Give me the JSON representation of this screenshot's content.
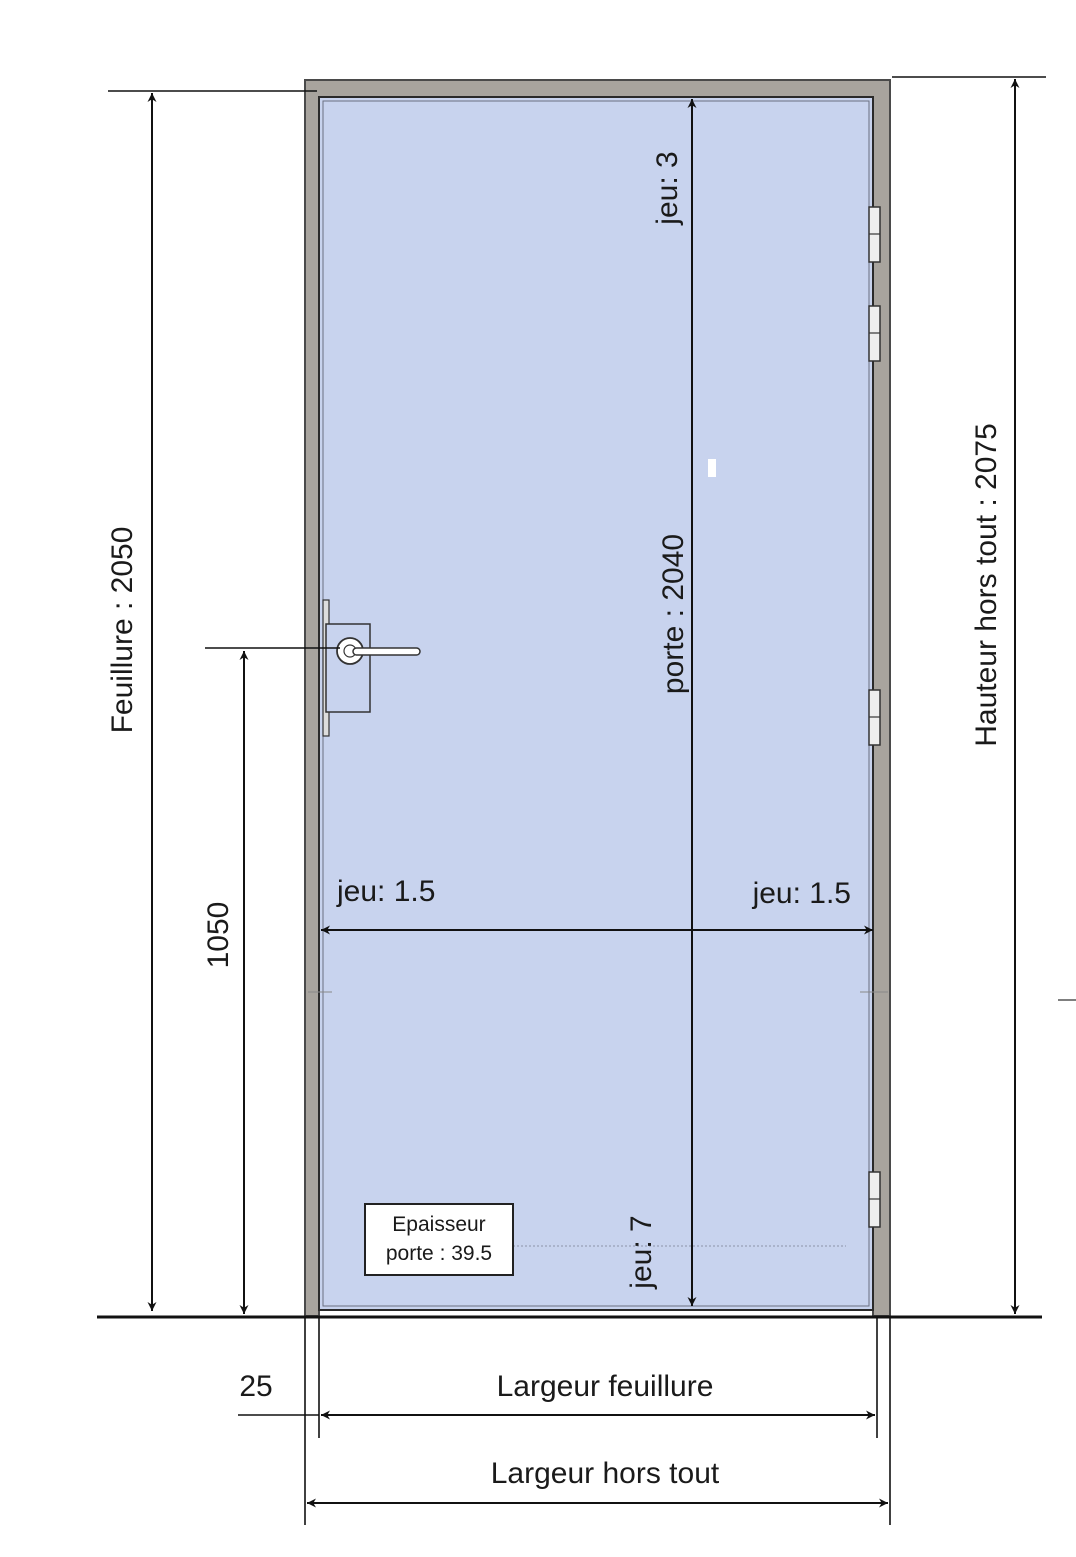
{
  "colors": {
    "door_fill": "#c8d3ee",
    "frame_fill": "#a8a49e",
    "frame_edge": "#4a4a4a",
    "line": "#111111"
  },
  "labels": {
    "feuillure_height": "Feuillure : 2050",
    "overall_height": "Hauteur hors tout : 2075",
    "door_height": "porte : 2040",
    "top_gap": "jeu: 3",
    "bottom_gap": "jeu: 7",
    "handle_height": "1050",
    "left_gap": "jeu: 1.5",
    "right_gap": "jeu: 1.5",
    "frame_width": "25",
    "rebate_width": "Largeur feuillure",
    "overall_width": "Largeur hors tout",
    "thickness_line1": "Epaisseur",
    "thickness_line2": "porte : 39.5"
  }
}
